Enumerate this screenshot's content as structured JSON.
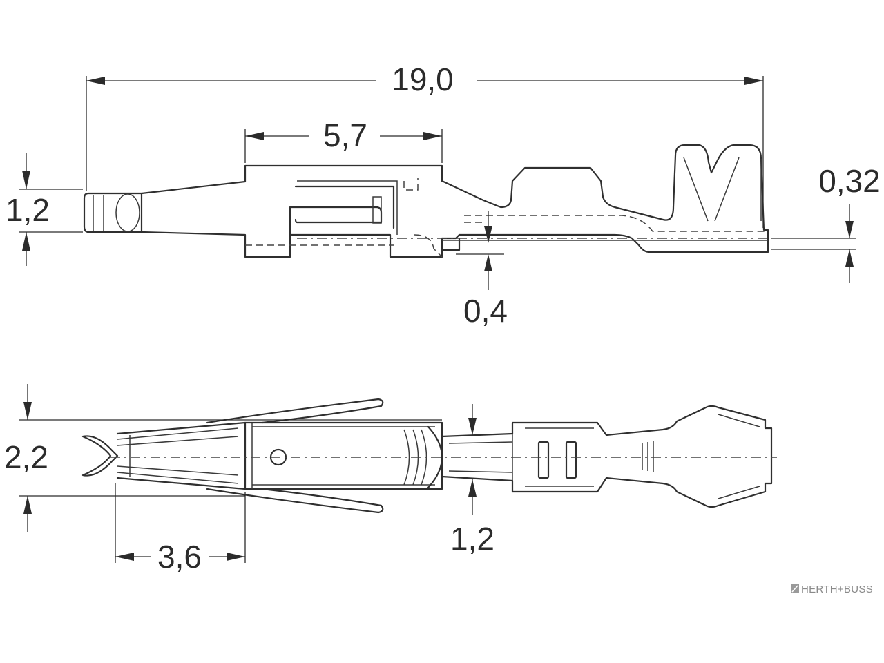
{
  "dimensions": {
    "overall_length": "19,0",
    "box_length": "5,7",
    "pin_height": "1,2",
    "material_thickness_tail": "0,32",
    "material_thickness": "0,4",
    "spring_width": "2,2",
    "contact_length": "3,6",
    "neck_width": "1,2"
  },
  "brand": {
    "logo_text": "HERTH+BUSS"
  }
}
